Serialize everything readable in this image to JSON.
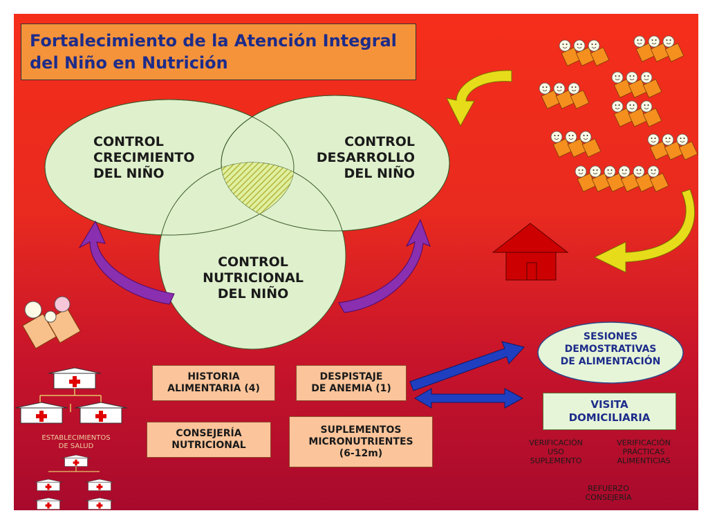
{
  "title_line1": "Fortalecimiento de la Atención Integral",
  "title_line2": "del Niño en Nutrición",
  "circles": {
    "crecimiento": [
      "CONTROL",
      "CRECIMIENTO",
      "DEL NIÑO"
    ],
    "desarrollo": [
      "CONTROL",
      "DESARROLLO",
      "DEL NIÑO"
    ],
    "nutricional": [
      "CONTROL",
      "NUTRICIONAL",
      "DEL NIÑO"
    ]
  },
  "boxes": {
    "historia": [
      "HISTORIA",
      "ALIMENTARIA (4)"
    ],
    "despistaje": [
      "DESPISTAJE",
      "DE ANEMIA (1)"
    ],
    "consejeria": [
      "CONSEJERÍA",
      "NUTRICIONAL"
    ],
    "suplementos": [
      "SUPLEMENTOS",
      "MICRONUTRIENTES",
      "(6-12m)"
    ]
  },
  "sesiones": [
    "SESIONES",
    "DEMOSTRATIVAS",
    "DE ALIMENTACIÓN"
  ],
  "visita": [
    "VISITA",
    "DOMICILIARIA"
  ],
  "verif_suplemento": [
    "VERIFICACIÓN",
    "USO",
    "SUPLEMENTO"
  ],
  "verif_practicas": [
    "VERIFICACIÓN",
    "PRÁCTICAS",
    "ALIMENTICIAS"
  ],
  "refuerzo": [
    "REFUERZO",
    "CONSEJERÍA"
  ],
  "establecimientos": [
    "ESTABLECIMIENTOS",
    "DE SALUD"
  ],
  "colors": {
    "background_top": "#f52e1a",
    "background_bottom": "#a80a2c",
    "title_bg": "#f5933a",
    "title_text": "#1d2c8a",
    "circle_fill": "#dff0cc",
    "box_fill": "#fbc49a",
    "arrow_blue": "#1f3fc0",
    "arrow_purple": "#8a2fb0",
    "arrow_yellow": "#e6dc1a",
    "house": "#cc0000"
  }
}
